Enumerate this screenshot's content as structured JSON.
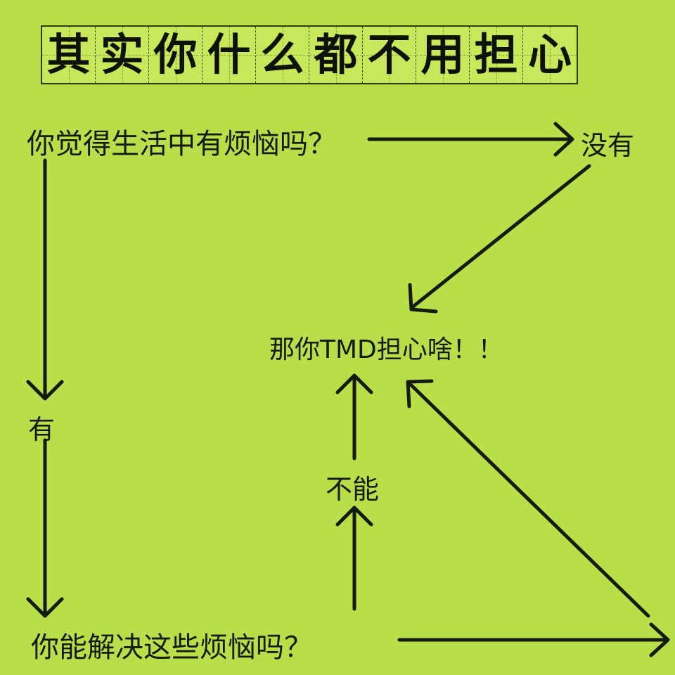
{
  "title": {
    "chars": [
      "其",
      "实",
      "你",
      "什",
      "么",
      "都",
      "不",
      "用",
      "担",
      "心"
    ]
  },
  "nodes": {
    "question1": "你觉得生活中有烦恼吗？",
    "answer_no": "没有",
    "center": "那你TMD担心啥！！",
    "answer_yes": "有",
    "cannot": "不能",
    "question2": "你能解决这些烦恼吗？"
  },
  "colors": {
    "background": "#b8df4a",
    "ink": "#141a0c"
  }
}
